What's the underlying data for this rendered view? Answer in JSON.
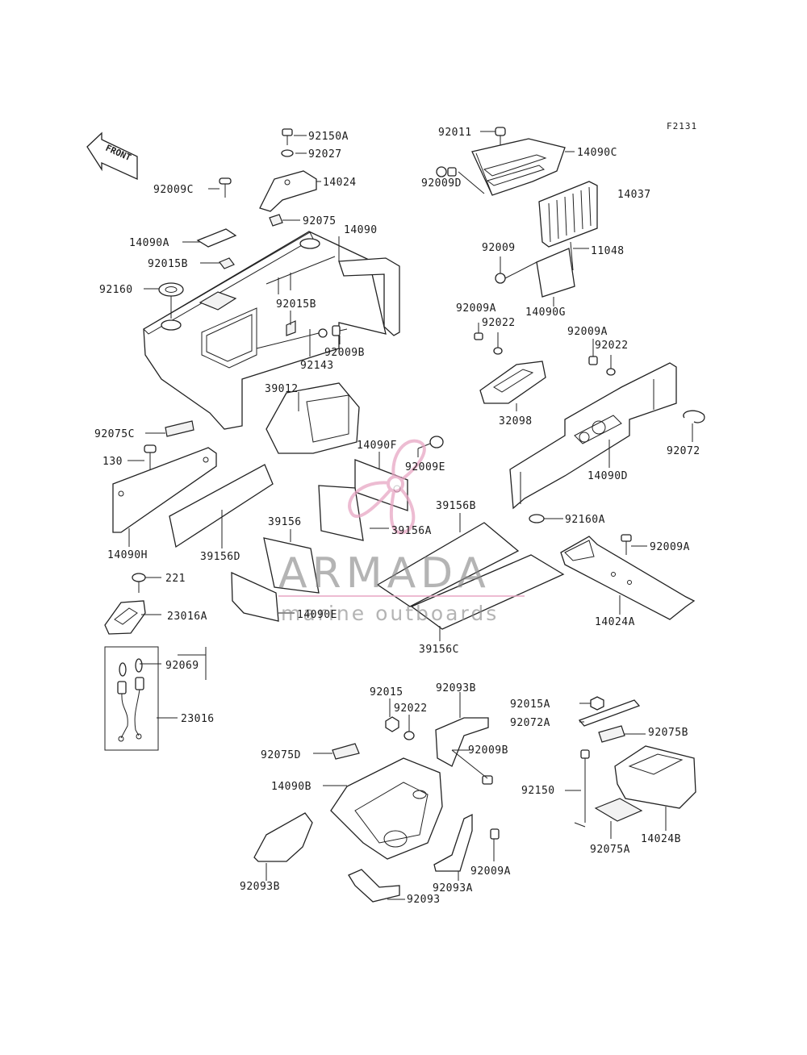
{
  "figure_code": "F2131",
  "front_arrow_label": "FRONT",
  "watermark": {
    "brand": "ARMADA",
    "tagline": "marine outboards",
    "accent_color": "#e8a6c4",
    "text_color": "#8a8a8a"
  },
  "labels": {
    "l92150A": "92150A",
    "l92027": "92027",
    "l14024": "14024",
    "l92075": "92075",
    "l92009C": "92009C",
    "l14090A": "14090A",
    "l92015B_1": "92015B",
    "l14090": "14090",
    "l92160": "92160",
    "l92015B_2": "92015B",
    "l92009B_1": "92009B",
    "l92143": "92143",
    "l39012": "39012",
    "l92075C": "92075C",
    "l130": "130",
    "l14090H": "14090H",
    "l39156D": "39156D",
    "l14090F": "14090F",
    "l92009E": "92009E",
    "l39156B": "39156B",
    "l39156A": "39156A",
    "l39156": "39156",
    "l14090E": "14090E",
    "l39156C": "39156C",
    "l221": "221",
    "l23016A": "23016A",
    "l92069": "92069",
    "l23016": "23016",
    "l92011": "92011",
    "l14090C": "14090C",
    "l92009D": "92009D",
    "l14037": "14037",
    "l92009": "92009",
    "l11048": "11048",
    "l14090G": "14090G",
    "l92009A_1": "92009A",
    "l92022_1": "92022",
    "l32098": "32098",
    "l92009A_2": "92009A",
    "l92022_2": "92022",
    "l92072": "92072",
    "l14090D": "14090D",
    "l92160A": "92160A",
    "l92009A_3": "92009A",
    "l14024A": "14024A",
    "l92015": "92015",
    "l92022_3": "92022",
    "l92093B_1": "92093B",
    "l92009B_2": "92009B",
    "l92075D": "92075D",
    "l14090B": "14090B",
    "l92093B_2": "92093B",
    "l92093A": "92093A",
    "l92009A_4": "92009A",
    "l92093": "92093",
    "l92015A": "92015A",
    "l92072A": "92072A",
    "l92075B": "92075B",
    "l92150": "92150",
    "l92075A": "92075A",
    "l14024B": "14024B"
  }
}
